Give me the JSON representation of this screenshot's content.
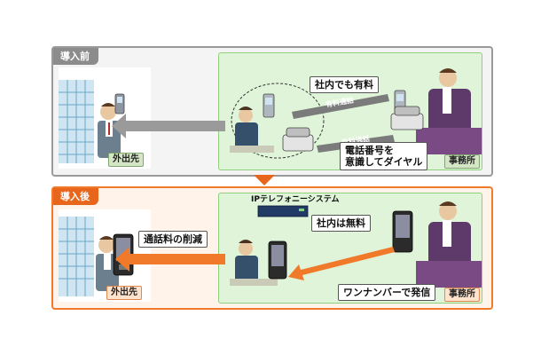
{
  "before": {
    "tab_label": "導入前",
    "callout_internal_fee": "社内でも有料",
    "call_tag_1": "有料通話",
    "call_tag_2": "有料通話",
    "callout_dial_line1": "電話番号を",
    "callout_dial_line2": "意識してダイヤル",
    "badge_outside": "外出先",
    "badge_office": "事務所"
  },
  "after": {
    "tab_label": "導入後",
    "system_label": "IPテレフォニーシステム",
    "callout_internal_free": "社内は無料",
    "callout_cost_reduction": "通話料の削減",
    "callout_one_number": "ワンナンバーで発信",
    "badge_outside": "外出先",
    "badge_office": "事務所"
  },
  "colors": {
    "before_accent": "#8c8c8c",
    "after_accent": "#e8661c",
    "office_bg": "#dff4d8"
  }
}
